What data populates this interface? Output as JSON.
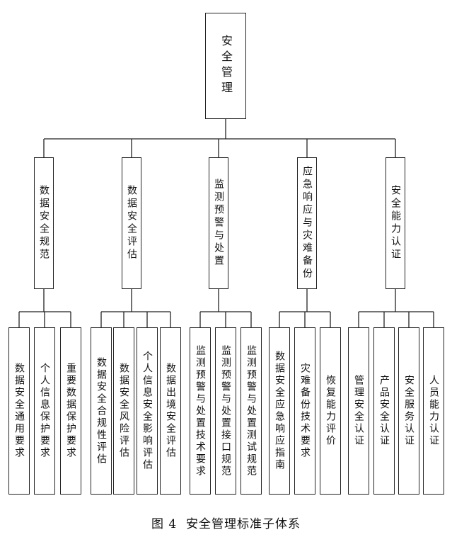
{
  "root": "安全管理",
  "categories": [
    {
      "label": "数据安全规范",
      "children": [
        "数据安全通用要求",
        "个人信息保护要求",
        "重要数据保护要求"
      ]
    },
    {
      "label": "数据安全评估",
      "children": [
        "数据安全合规性评估",
        "数据安全风险评估",
        "个人信息安全影响评估",
        "数据出境安全评估"
      ]
    },
    {
      "label": "监测预警与处置",
      "children": [
        "监测预警与处置技术要求",
        "监测预警与处置接口规范",
        "监测预警与处置测试规范"
      ]
    },
    {
      "label": "应急响应与灾难备份",
      "children": [
        "数据安全应急响应指南",
        "灾难备份技术要求",
        "恢复能力评价"
      ]
    },
    {
      "label": "安全能力认证",
      "children": [
        "管理安全认证",
        "产品安全认证",
        "安全服务认证",
        "人员能力认证"
      ]
    }
  ],
  "caption": {
    "figure": "图 4",
    "title": "安全管理标准子体系"
  }
}
